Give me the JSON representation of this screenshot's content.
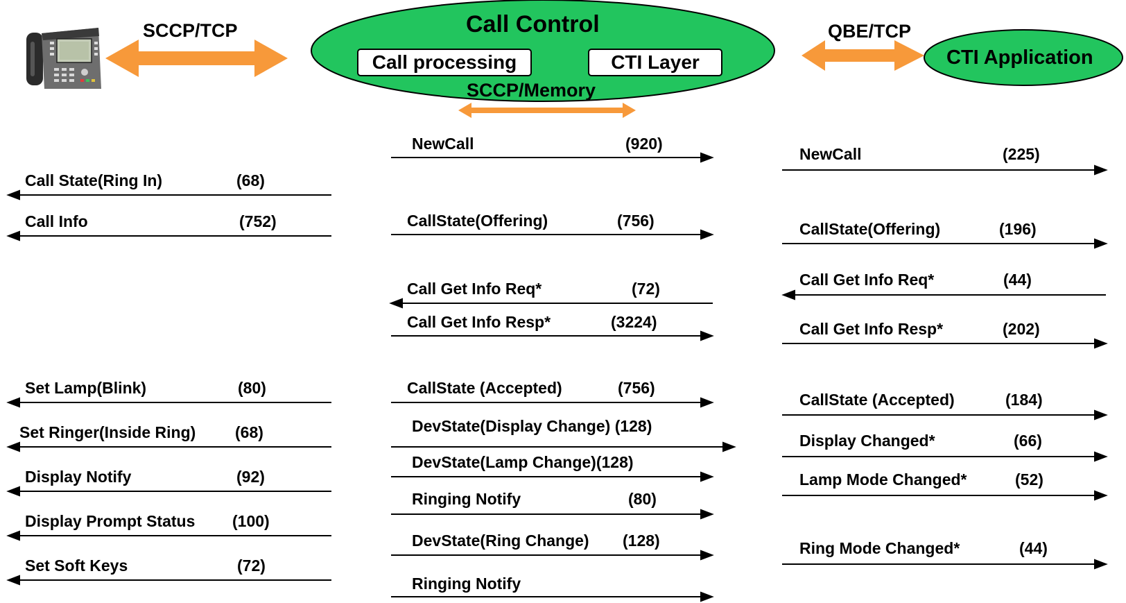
{
  "colors": {
    "ellipse_fill": "#22c55e",
    "arrow_orange": "#f7993a",
    "line": "#000000"
  },
  "icons": {
    "phone": "ip-phone-icon"
  },
  "protocols": {
    "left": "SCCP/TCP",
    "memory": "SCCP/Memory",
    "right": "QBE/TCP"
  },
  "call_control": {
    "title": "Call Control",
    "call_processing": "Call processing",
    "cti_layer": "CTI Layer"
  },
  "cti_application": {
    "label": "CTI Application"
  },
  "phone_messages": [
    {
      "name": "Call State(Ring In)",
      "size": "(68)"
    },
    {
      "name": "Call Info",
      "size": "(752)"
    },
    {
      "name": "Set Lamp(Blink)",
      "size": "(80)"
    },
    {
      "name": "Set Ringer(Inside Ring)",
      "size": "(68)"
    },
    {
      "name": "Display Notify",
      "size": "(92)"
    },
    {
      "name": "Display Prompt Status",
      "size": "(100)"
    },
    {
      "name": "Set Soft Keys",
      "size": "(72)"
    }
  ],
  "memory_messages": [
    {
      "name": "NewCall",
      "size": "(920)",
      "direction": "right"
    },
    {
      "name": "CallState(Offering)",
      "size": "(756)",
      "direction": "right"
    },
    {
      "name": "Call Get Info Req*",
      "size": "(72)",
      "direction": "left"
    },
    {
      "name": "Call Get Info Resp*",
      "size": "(3224)",
      "direction": "right"
    },
    {
      "name": "CallState (Accepted)",
      "size": "(756)",
      "direction": "right"
    },
    {
      "name": "DevState(Display Change) (128)",
      "size": "",
      "direction": "right"
    },
    {
      "name": "DevState(Lamp Change)(128)",
      "size": "",
      "direction": "right"
    },
    {
      "name": "Ringing Notify",
      "size": "(80)",
      "direction": "right"
    },
    {
      "name": "DevState(Ring Change)",
      "size": "(128)",
      "direction": "right"
    },
    {
      "name": "Ringing Notify",
      "size": "",
      "direction": "right"
    }
  ],
  "app_messages": [
    {
      "name": "NewCall",
      "size": "(225)",
      "direction": "right"
    },
    {
      "name": "CallState(Offering)",
      "size": "(196)",
      "direction": "right"
    },
    {
      "name": "Call Get Info Req*",
      "size": "(44)",
      "direction": "left"
    },
    {
      "name": "Call Get Info Resp*",
      "size": "(202)",
      "direction": "right"
    },
    {
      "name": "CallState (Accepted)",
      "size": "(184)",
      "direction": "right"
    },
    {
      "name": "Display Changed*",
      "size": "(66)",
      "direction": "right"
    },
    {
      "name": "Lamp Mode Changed*",
      "size": "(52)",
      "direction": "right"
    },
    {
      "name": "Ring Mode Changed*",
      "size": "(44)",
      "direction": "right"
    }
  ]
}
